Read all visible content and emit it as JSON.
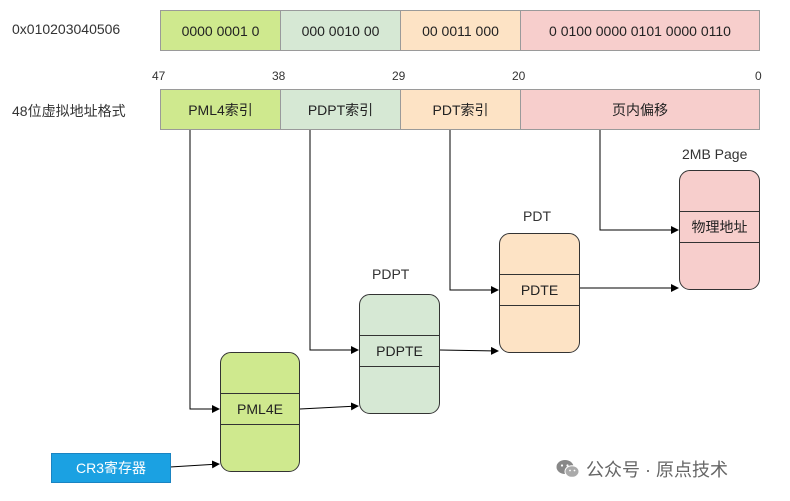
{
  "address": {
    "hex_label": "0x010203040506",
    "segments": [
      "0000 0001 0",
      "000 0010 00",
      "00 0011 000",
      "0 0100 0000 0101 0000 0110"
    ]
  },
  "format": {
    "label": "48位虚拟地址格式",
    "fields": [
      "PML4索引",
      "PDPT索引",
      "PDT索引",
      "页内偏移"
    ],
    "bit_positions": [
      "47",
      "38",
      "29",
      "20",
      "0"
    ]
  },
  "tables": {
    "pml4": {
      "entry": "PML4E"
    },
    "pdpt": {
      "title": "PDPT",
      "entry": "PDPTE"
    },
    "pdt": {
      "title": "PDT",
      "entry": "PDTE"
    },
    "page": {
      "title": "2MB Page",
      "entry": "物理地址"
    }
  },
  "cr3": "CR3寄存器",
  "watermark": "公众号 · 原点技术",
  "colors": {
    "green": "#cfe98e",
    "sage": "#d6e8d4",
    "peach": "#fde3c5",
    "pink": "#f7cecc",
    "blue": "#1ba1e2"
  }
}
